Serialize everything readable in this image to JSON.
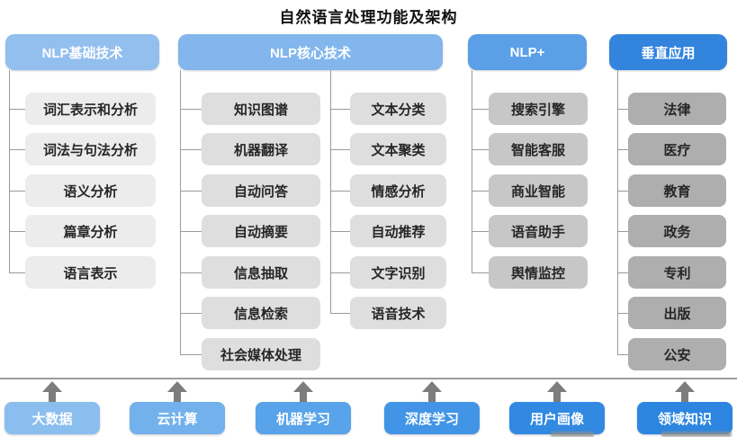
{
  "title": "自然语言处理功能及架构",
  "colors": {
    "header_gradient": [
      "#92bfee",
      "#82b6ec",
      "#5b9fe7",
      "#3284dd"
    ],
    "item_gradient": [
      "#ececec",
      "#dedede",
      "#c7c7c7",
      "#aeaeae"
    ],
    "foundation_gradient": [
      "#8abeef",
      "#72b1ec",
      "#58a3e9",
      "#4295e6",
      "#3189e2",
      "#2c86e0"
    ],
    "connector": "#9a9a9a",
    "item_text": "#262626",
    "header_text": "#ffffff"
  },
  "columns": [
    {
      "header": "NLP基础技术",
      "items": [
        "词汇表示和分析",
        "词法与句法分析",
        "语义分析",
        "篇章分析",
        "语言表示"
      ]
    },
    {
      "header": "NLP核心技术",
      "items_left": [
        "知识图谱",
        "机器翻译",
        "自动问答",
        "自动摘要",
        "信息抽取",
        "信息检索",
        "社会媒体处理"
      ],
      "items_right": [
        "文本分类",
        "文本聚类",
        "情感分析",
        "自动推荐",
        "文字识别",
        "语音技术"
      ]
    },
    {
      "header": "NLP+",
      "items": [
        "搜索引擎",
        "智能客服",
        "商业智能",
        "语音助手",
        "舆情监控"
      ]
    },
    {
      "header": "垂直应用",
      "items": [
        "法律",
        "医疗",
        "教育",
        "政务",
        "专利",
        "出版",
        "公安"
      ]
    }
  ],
  "foundation": [
    "大数据",
    "云计算",
    "机器学习",
    "深度学习",
    "用户画像",
    "领域知识"
  ]
}
